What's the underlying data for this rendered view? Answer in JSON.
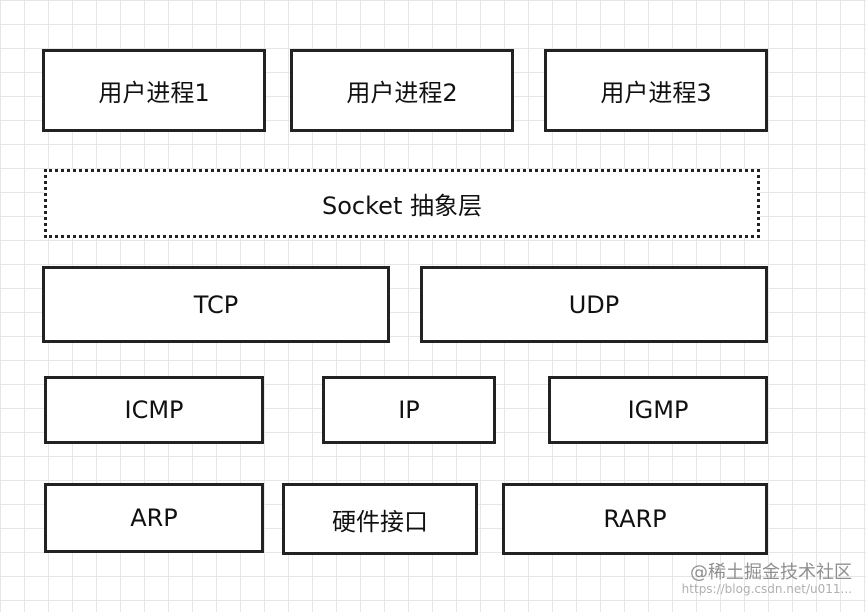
{
  "diagram": {
    "process_row": [
      "用户进程1",
      "用户进程2",
      "用户进程3"
    ],
    "socket_layer": "Socket 抽象层",
    "transport_row": [
      "TCP",
      "UDP"
    ],
    "network_row": [
      "ICMP",
      "IP",
      "IGMP"
    ],
    "link_row": [
      "ARP",
      "硬件接口",
      "RARP"
    ]
  },
  "watermark": {
    "main": "@稀土掘金技术社区",
    "url": "https://blog.csdn.net/u011..."
  }
}
